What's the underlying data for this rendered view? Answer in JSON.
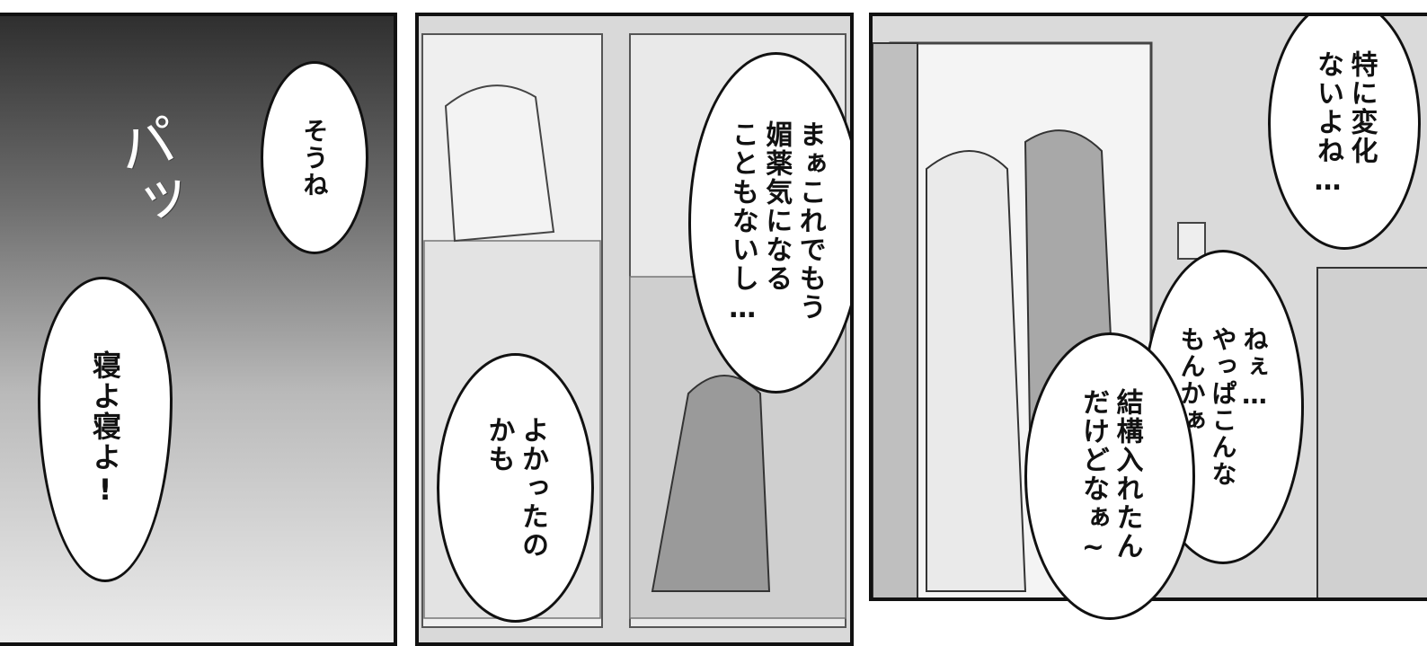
{
  "panels": {
    "p1": {
      "sfx": "パッ",
      "bubble_top": "そうね",
      "bubble_bottom": "寝よ寝よ!"
    },
    "p2": {
      "bubble_right": "まぁこれでもう\n媚薬気になる\nこともないし…",
      "bubble_left": "よかったの\nかも"
    },
    "p3": {
      "bubble_top": "特に変化\nないよね…",
      "bubble_mid": "ねぇ…\nやっぱこんな\nもんかぁ",
      "bubble_bottom": "結構入れたん\nだけどなぁ~"
    }
  }
}
